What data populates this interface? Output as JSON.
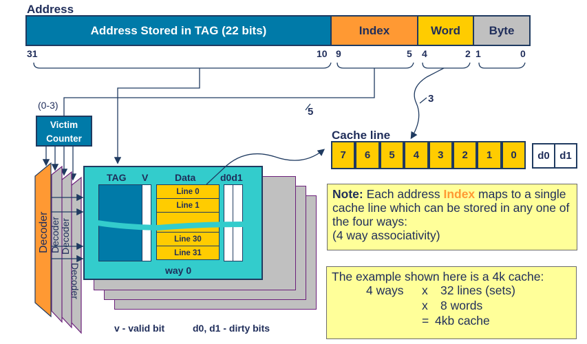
{
  "address": {
    "title": "Address",
    "fields": [
      {
        "label": "Address Stored in TAG (22 bits)",
        "color": "#007aa8",
        "text_color": "#ffffff",
        "msb": "31",
        "lsb": "10"
      },
      {
        "label": "Index",
        "color": "#ff9933",
        "text_color": "#1f2d5a",
        "msb": "9",
        "lsb": "5"
      },
      {
        "label": "Word",
        "color": "#ffcc00",
        "text_color": "#1f2d5a",
        "msb": "4",
        "lsb": "2"
      },
      {
        "label": "Byte",
        "color": "#c0c0c0",
        "text_color": "#1f2d5a",
        "msb": "1",
        "lsb": "0"
      }
    ]
  },
  "victim_counter": {
    "range_label": "(0-3)",
    "line1": "Victim",
    "line2": "Counter"
  },
  "bus_width_index": "5",
  "bus_width_word": "3",
  "decoders": [
    "Decoder",
    "Decoder",
    "Decoder",
    "Decoder"
  ],
  "way": {
    "headers": {
      "tag": "TAG",
      "valid": "V",
      "data": "Data",
      "dirty": "d0d1"
    },
    "lines": [
      "Line 0",
      "Line 1",
      "",
      "Line 30",
      "Line 31"
    ],
    "label": "way 0"
  },
  "cache_line": {
    "title": "Cache line",
    "words": [
      "7",
      "6",
      "5",
      "4",
      "3",
      "2",
      "1",
      "0"
    ],
    "dirty_bits": [
      "d0",
      "d1"
    ]
  },
  "legend": {
    "valid": "v - valid bit",
    "dirty": "d0, d1 - dirty bits"
  },
  "note": {
    "prefix": "Note:",
    "text1": " Each address ",
    "highlight": "Index",
    "text2": " maps to a single cache line which can be stored in any one of the four ways:",
    "line_last": "(4 way associativity)",
    "highlight_color": "#ff9933"
  },
  "example": {
    "heading": "The example shown here is a 4k cache:",
    "rows": [
      {
        "left": "4 ways",
        "op": "x",
        "right": "32 lines (sets)"
      },
      {
        "left": "",
        "op": "x",
        "right": "8 words"
      },
      {
        "left": "",
        "op": "=",
        "right": "4kb cache"
      }
    ]
  },
  "colors": {
    "navy": "#1f2d5a",
    "tag_blue": "#007aa8",
    "teal": "#33cccc",
    "orange": "#ff9933",
    "yellow": "#ffcc00",
    "grey": "#c0c0c0",
    "note_yellow": "#ffff99",
    "purple_border": "#6b1f7a"
  }
}
